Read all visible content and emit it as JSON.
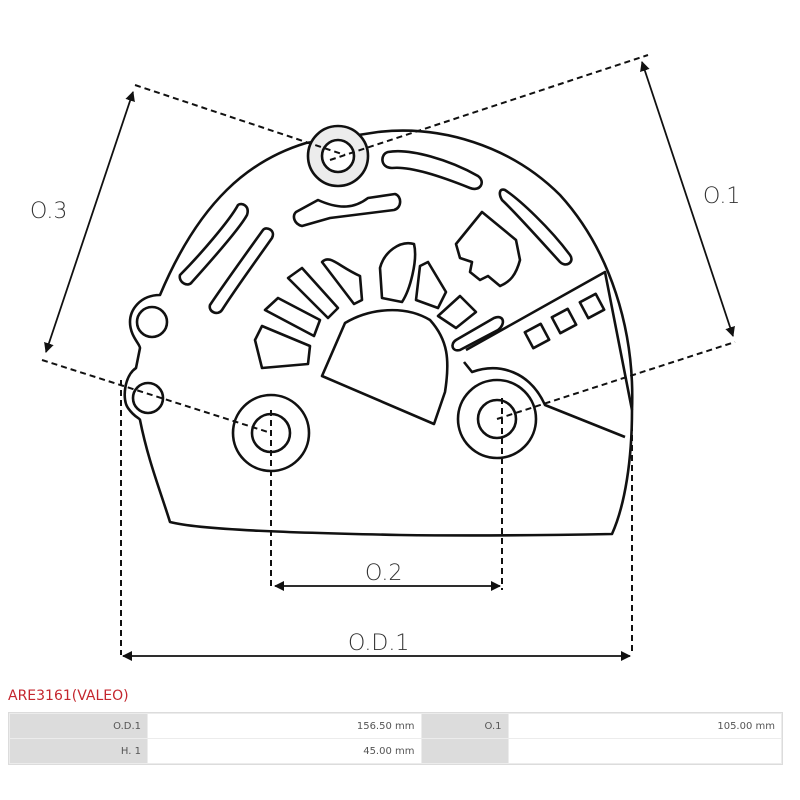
{
  "drawing": {
    "dimension_labels": {
      "o3": "O.3",
      "o1": "O.1",
      "o2": "O.2",
      "od1": "O.D.1"
    }
  },
  "product": {
    "title": "ARE3161(VALEO)",
    "title_color": "#c4262e"
  },
  "spec_table": {
    "rows": [
      {
        "label_a": "O.D.1",
        "value_a": "156.50 mm",
        "label_b": "O.1",
        "value_b": "105.00 mm"
      },
      {
        "label_a": "H. 1",
        "value_a": "45.00 mm",
        "label_b": "",
        "value_b": ""
      }
    ]
  }
}
